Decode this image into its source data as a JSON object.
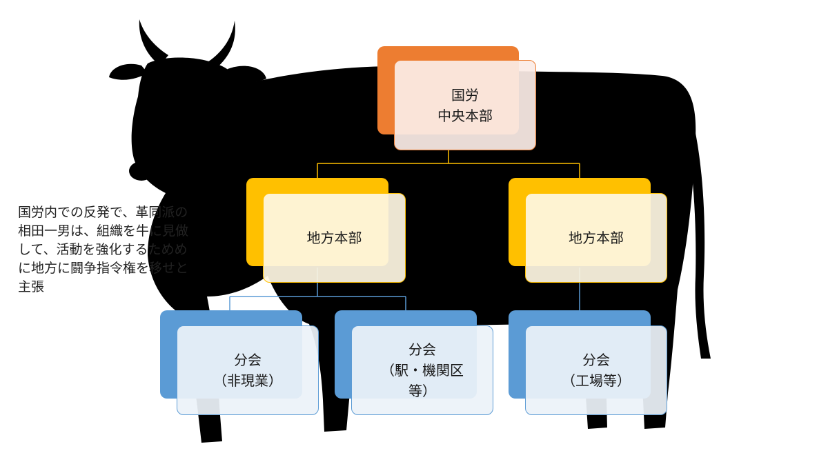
{
  "diagram": {
    "root": {
      "label": "国労\n中央本部"
    },
    "regional": [
      {
        "label": "地方本部"
      },
      {
        "label": "地方本部"
      }
    ],
    "branches": [
      {
        "label": "分会\n（非現業）"
      },
      {
        "label": "分会\n（駅・機関区\n等）"
      },
      {
        "label": "分会\n（工場等）"
      }
    ]
  },
  "note": "国労内での反発で、革同派の相田一男は、組織を牛に見做して、活動を強化するためめに地方に闘争指令権を移せと主張",
  "colors": {
    "root": "#ED7D31",
    "regional": "#FFC000",
    "branch": "#5B9BD5",
    "silhouette": "#000000"
  },
  "background_image": "cow-silhouette"
}
